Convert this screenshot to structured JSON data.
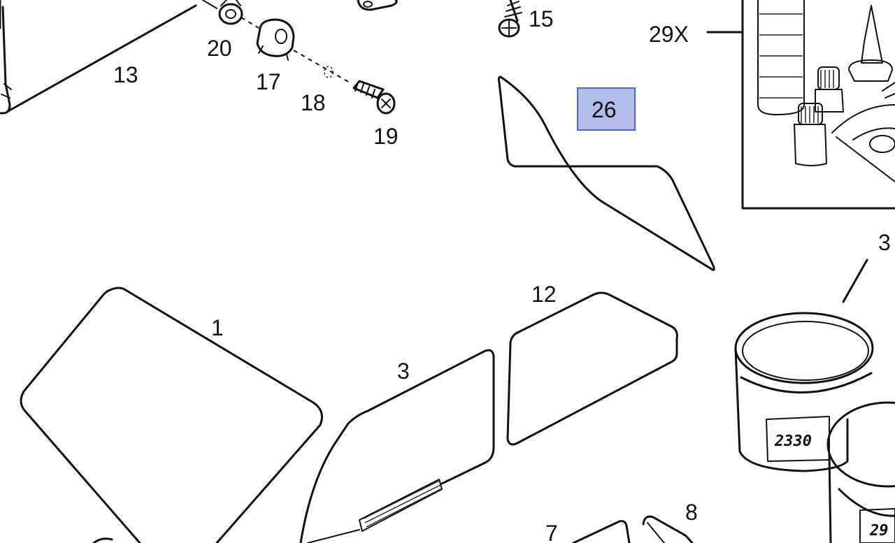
{
  "labels": {
    "p1": "1",
    "p3": "3",
    "p3b": "3",
    "p7": "7",
    "p8": "8",
    "p12": "12",
    "p13": "13",
    "p15": "15",
    "p17": "17",
    "p18": "18",
    "p19": "19",
    "p20": "20",
    "p26": "26",
    "p29x": "29X"
  },
  "jars": {
    "jar1_text": "2330",
    "jar2_text": "29"
  },
  "colors": {
    "line": "#111111",
    "highlight": "#9aa7e6"
  }
}
